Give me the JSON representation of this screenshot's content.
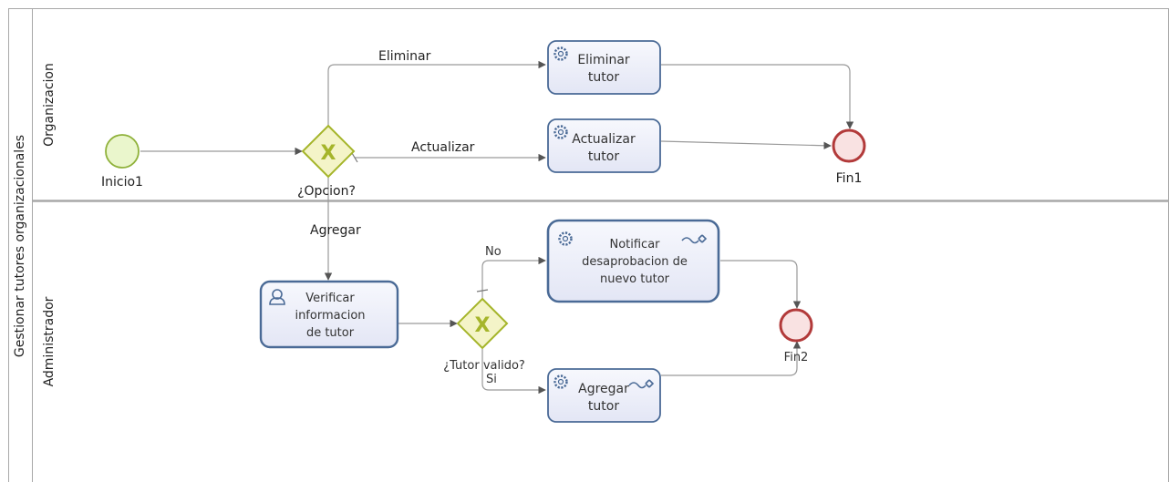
{
  "pool": {
    "label": "Gestionar tutores organizacionales"
  },
  "lanes": {
    "top": "Organizacion",
    "bottom": "Administrador"
  },
  "events": {
    "start": "Inicio1",
    "end1": "Fin1",
    "end2": "Fin2"
  },
  "gateways": {
    "opcion": "¿Opcion?",
    "tutor_valido": "¿Tutor valido?"
  },
  "tasks": {
    "eliminar": [
      "Eliminar",
      "tutor"
    ],
    "actualizar": [
      "Actualizar",
      "tutor"
    ],
    "notificar": [
      "Notificar",
      "desaprobacion de",
      "nuevo tutor"
    ],
    "verificar": [
      "Verificar",
      "informacion",
      "de tutor"
    ],
    "agregar": [
      "Agregar",
      "tutor"
    ]
  },
  "flows": {
    "eliminar": "Eliminar",
    "actualizar": "Actualizar",
    "agregar": "Agregar",
    "no": "No",
    "si": "Si"
  },
  "icons": {
    "service": "gear-icon",
    "user": "user-icon",
    "message": "plug-icon"
  },
  "colors": {
    "task_fill": "#eef0fa",
    "task_stroke": "#4a6a96",
    "start_fill": "#eaf6cc",
    "start_stroke": "#8fb13a",
    "end_fill": "#f9e2e2",
    "end_stroke": "#b23a3a",
    "gateway_fill": "#f4f4c8",
    "gateway_stroke": "#a5b52a",
    "flow": "#9a9a9a",
    "lane_border": "#a8a8a8"
  }
}
